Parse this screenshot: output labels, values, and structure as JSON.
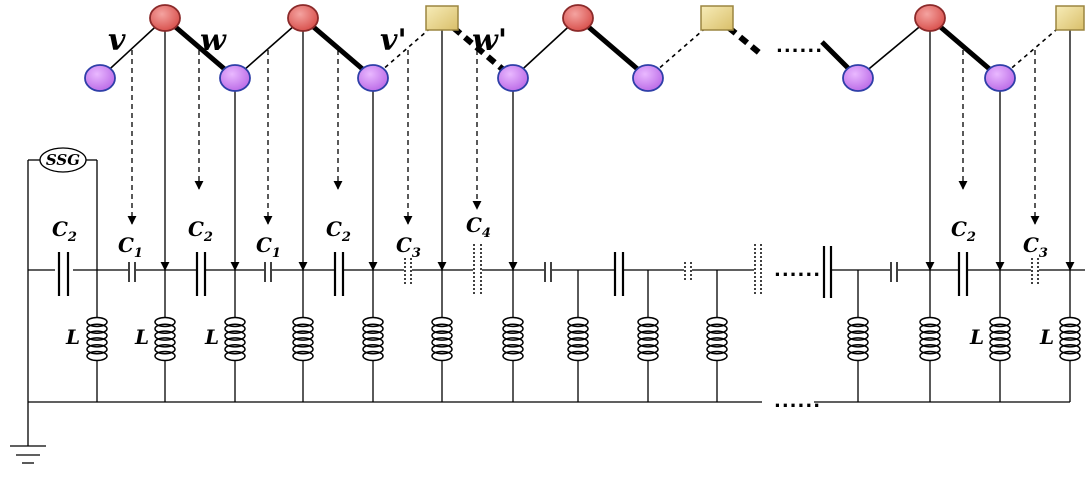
{
  "source_label": "SSG",
  "bond_labels": [
    {
      "text": "v",
      "prime": ""
    },
    {
      "text": "w",
      "prime": ""
    },
    {
      "text": "v",
      "prime": "'"
    },
    {
      "text": "w",
      "prime": "'"
    }
  ],
  "capacitor_labels": [
    {
      "letter": "C",
      "sub": "2"
    },
    {
      "letter": "C",
      "sub": "1"
    },
    {
      "letter": "C",
      "sub": "2"
    },
    {
      "letter": "C",
      "sub": "1"
    },
    {
      "letter": "C",
      "sub": "2"
    },
    {
      "letter": "C",
      "sub": "3"
    },
    {
      "letter": "C",
      "sub": "4"
    },
    {
      "letter": "C",
      "sub": "2"
    },
    {
      "letter": "C",
      "sub": "3"
    }
  ],
  "inductor_label": "L",
  "ellipsis": "......",
  "colors": {
    "atom_red": "#d9534f",
    "atom_red_stroke": "#8b2a2a",
    "atom_purple": "#c77ef0",
    "atom_purple_stroke": "#2f3fa8",
    "defect_square": "#e9d48a",
    "defect_square_stroke": "#9b8540",
    "wire": "#000000"
  }
}
